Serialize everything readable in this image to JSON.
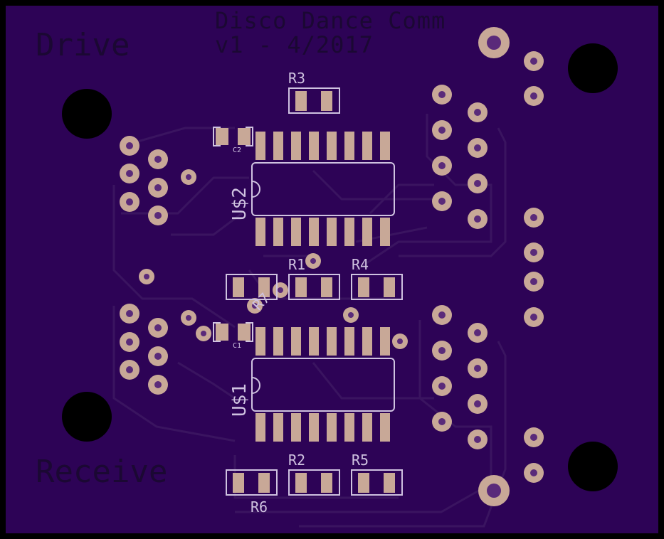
{
  "board": {
    "colors": {
      "substrate": "#2d0356",
      "trace": "#3a1a6a",
      "copper": "#c8a897",
      "pad_hole": "#5a2a7a",
      "silkscreen": "#cfc2e0",
      "copper_text": "#1b0833",
      "mounting_hole": "#000000"
    }
  },
  "labels": {
    "title_line1": "Disco Dance Comm",
    "title_line2": "v1 - 4/2017",
    "drive": "Drive",
    "receive": "Receive"
  },
  "components": {
    "r3": "R3",
    "r1": "R1",
    "r4": "R4",
    "r7": "R7",
    "r2": "R2",
    "r5": "R5",
    "r6": "R6",
    "c1": "C1",
    "c2": "C2",
    "u1": "U$1",
    "u2": "U$2"
  }
}
